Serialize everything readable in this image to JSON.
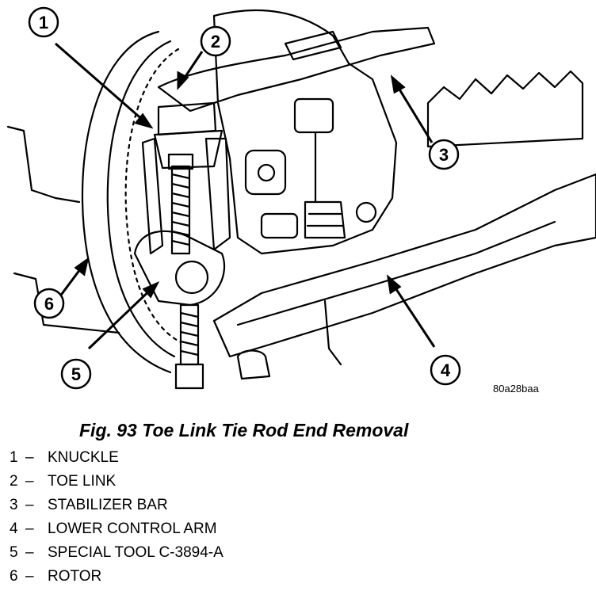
{
  "figure": {
    "code": "80a28baa",
    "caption": "Fig. 93 Toe Link Tie Rod End Removal",
    "callouts": [
      "1",
      "2",
      "3",
      "4",
      "5",
      "6"
    ]
  },
  "legend": [
    {
      "num": "1",
      "dash": "–",
      "label": "KNUCKLE"
    },
    {
      "num": "2",
      "dash": "–",
      "label": "TOE LINK"
    },
    {
      "num": "3",
      "dash": "–",
      "label": "STABILIZER BAR"
    },
    {
      "num": "4",
      "dash": "–",
      "label": "LOWER CONTROL ARM"
    },
    {
      "num": "5",
      "dash": "–",
      "label": "SPECIAL TOOL C-3894-A"
    },
    {
      "num": "6",
      "dash": "–",
      "label": "ROTOR"
    }
  ]
}
